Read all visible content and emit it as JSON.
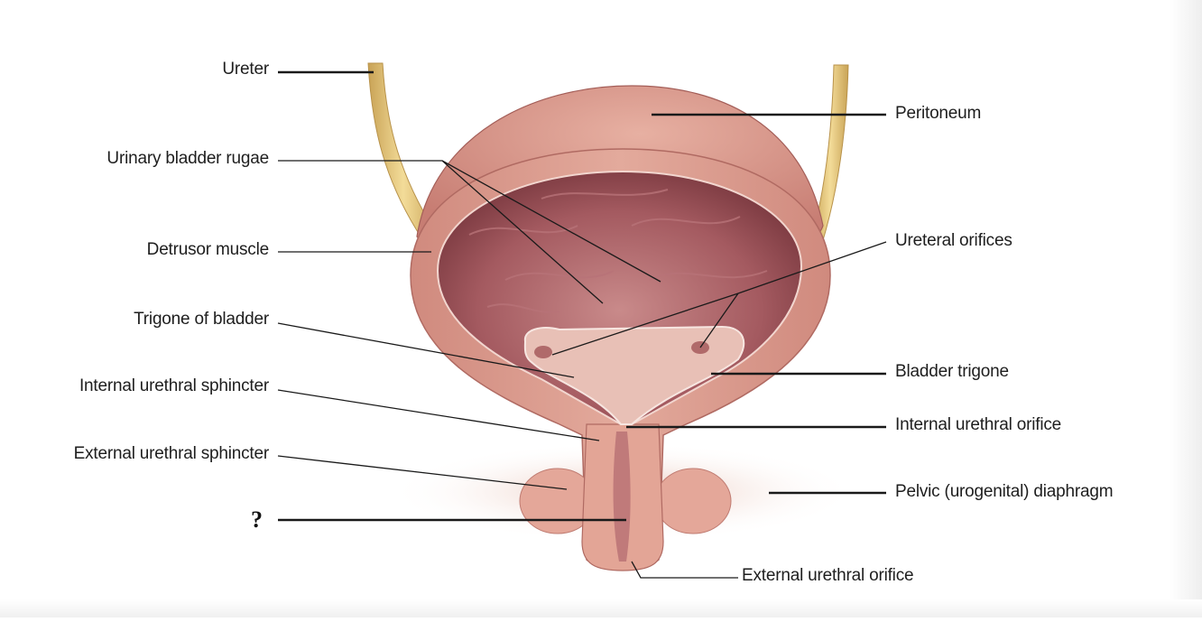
{
  "labels": {
    "ureter": "Ureter",
    "rugae": "Urinary bladder rugae",
    "detrusor": "Detrusor muscle",
    "trigone_left": "Trigone of bladder",
    "internal_sphincter": "Internal urethral sphincter",
    "external_sphincter": "External urethral sphincter",
    "unknown": "?",
    "peritoneum": "Peritoneum",
    "ureteral_orifices": "Ureteral orifices",
    "bladder_trigone": "Bladder trigone",
    "internal_orifice": "Internal urethral orifice",
    "pelvic_diaphragm": "Pelvic (urogenital) diaphragm",
    "external_orifice": "External urethral orifice"
  },
  "colors": {
    "outer_wall": "#d99a8e",
    "inner_wall": "#b9676a",
    "lumen_dark": "#8a4046",
    "ureter": "#e3c678",
    "leader_line": "#1a1a1a"
  }
}
